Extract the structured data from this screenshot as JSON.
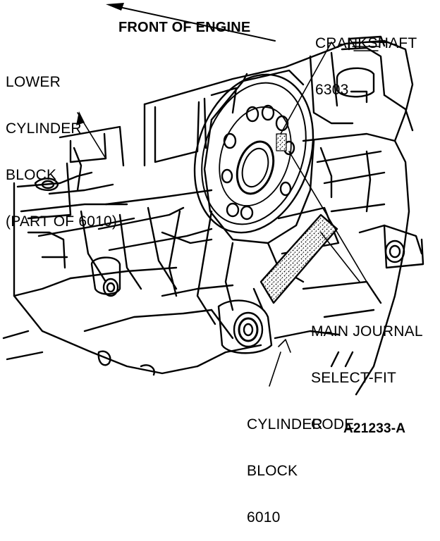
{
  "diagram": {
    "figure_code": "A21233-A",
    "front_label": "FRONT OF ENGINE",
    "callouts": {
      "crankshaft": [
        "CRANKSHAFT",
        "6303"
      ],
      "lower_block": [
        "LOWER",
        "CYLINDER",
        "BLOCK",
        "(PART OF 6010)"
      ],
      "main_journal": [
        "MAIN JOURNAL",
        "SELECT-FIT",
        "CODE"
      ],
      "cylinder_block": [
        "CYLINDER",
        "BLOCK",
        "6010"
      ]
    }
  },
  "colors": {
    "ink": "#000000",
    "paper": "#ffffff"
  }
}
